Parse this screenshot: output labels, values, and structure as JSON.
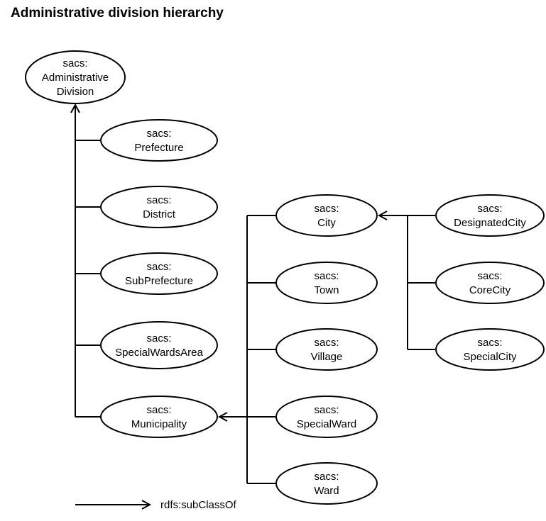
{
  "title": "Administrative division hierarchy",
  "nodes": {
    "administrative_division": {
      "prefix": "sacs:",
      "lines": [
        "Administrative",
        "Division"
      ]
    },
    "prefecture": {
      "prefix": "sacs:",
      "lines": [
        "Prefecture"
      ]
    },
    "district": {
      "prefix": "sacs:",
      "lines": [
        "District"
      ]
    },
    "subprefecture": {
      "prefix": "sacs:",
      "lines": [
        "SubPrefecture"
      ]
    },
    "special_wards_area": {
      "prefix": "sacs:",
      "lines": [
        "SpecialWardsArea"
      ]
    },
    "municipality": {
      "prefix": "sacs:",
      "lines": [
        "Municipality"
      ]
    },
    "city": {
      "prefix": "sacs:",
      "lines": [
        "City"
      ]
    },
    "town": {
      "prefix": "sacs:",
      "lines": [
        "Town"
      ]
    },
    "village": {
      "prefix": "sacs:",
      "lines": [
        "Village"
      ]
    },
    "special_ward": {
      "prefix": "sacs:",
      "lines": [
        "SpecialWard"
      ]
    },
    "ward": {
      "prefix": "sacs:",
      "lines": [
        "Ward"
      ]
    },
    "designated_city": {
      "prefix": "sacs:",
      "lines": [
        "DesignatedCity"
      ]
    },
    "core_city": {
      "prefix": "sacs:",
      "lines": [
        "CoreCity"
      ]
    },
    "special_city": {
      "prefix": "sacs:",
      "lines": [
        "SpecialCity"
      ]
    }
  },
  "edges": [
    {
      "from": "prefecture",
      "to": "administrative_division"
    },
    {
      "from": "district",
      "to": "administrative_division"
    },
    {
      "from": "subprefecture",
      "to": "administrative_division"
    },
    {
      "from": "special_wards_area",
      "to": "administrative_division"
    },
    {
      "from": "municipality",
      "to": "administrative_division"
    },
    {
      "from": "city",
      "to": "municipality"
    },
    {
      "from": "town",
      "to": "municipality"
    },
    {
      "from": "village",
      "to": "municipality"
    },
    {
      "from": "special_ward",
      "to": "municipality"
    },
    {
      "from": "ward",
      "to": "municipality"
    },
    {
      "from": "designated_city",
      "to": "city"
    },
    {
      "from": "core_city",
      "to": "city"
    },
    {
      "from": "special_city",
      "to": "city"
    }
  ],
  "legend": {
    "label": "rdfs:subClassOf"
  }
}
